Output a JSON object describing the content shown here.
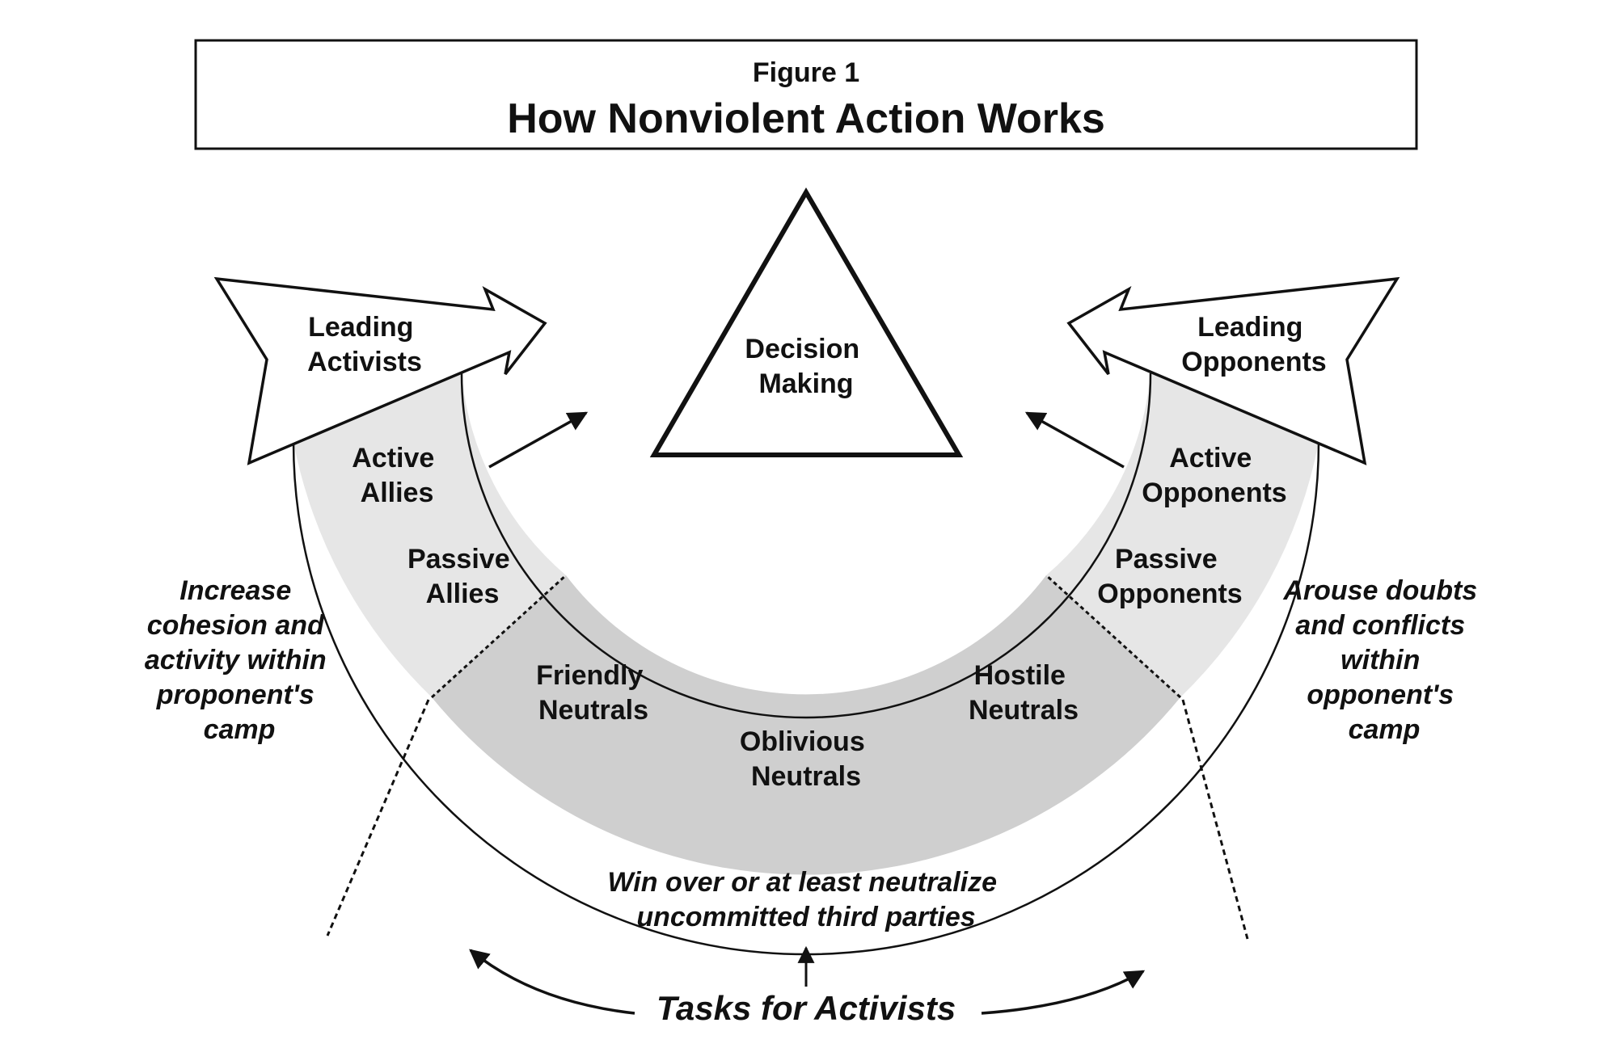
{
  "header": {
    "figure_label": "Figure 1",
    "title": "How Nonviolent Action Works"
  },
  "center": {
    "decision_making": [
      "Decision",
      "Making"
    ]
  },
  "arrows": {
    "leading_activists": [
      "Leading",
      "Activists"
    ],
    "leading_opponents": [
      "Leading",
      "Opponents"
    ]
  },
  "arc_segments": {
    "active_allies": [
      "Active",
      "Allies"
    ],
    "passive_allies": [
      "Passive",
      "Allies"
    ],
    "friendly_neutrals": [
      "Friendly",
      "Neutrals"
    ],
    "oblivious_neutrals": [
      "Oblivious",
      "Neutrals"
    ],
    "hostile_neutrals": [
      "Hostile",
      "Neutrals"
    ],
    "passive_opponents": [
      "Passive",
      "Opponents"
    ],
    "active_opponents": [
      "Active",
      "Opponents"
    ]
  },
  "tasks": {
    "left": [
      "Increase",
      "cohesion and",
      "activity within",
      "proponent's",
      "camp"
    ],
    "right": [
      "Arouse doubts",
      "and conflicts",
      "within",
      "opponent's",
      "camp"
    ],
    "bottom": [
      "Win over or at least neutralize",
      "uncommitted third parties"
    ],
    "footer": "Tasks for Activists"
  },
  "colors": {
    "line": "#111111",
    "camp_fill": "#e6e6e6",
    "neutral_fill": "#cfcfcf",
    "background": "#ffffff"
  }
}
